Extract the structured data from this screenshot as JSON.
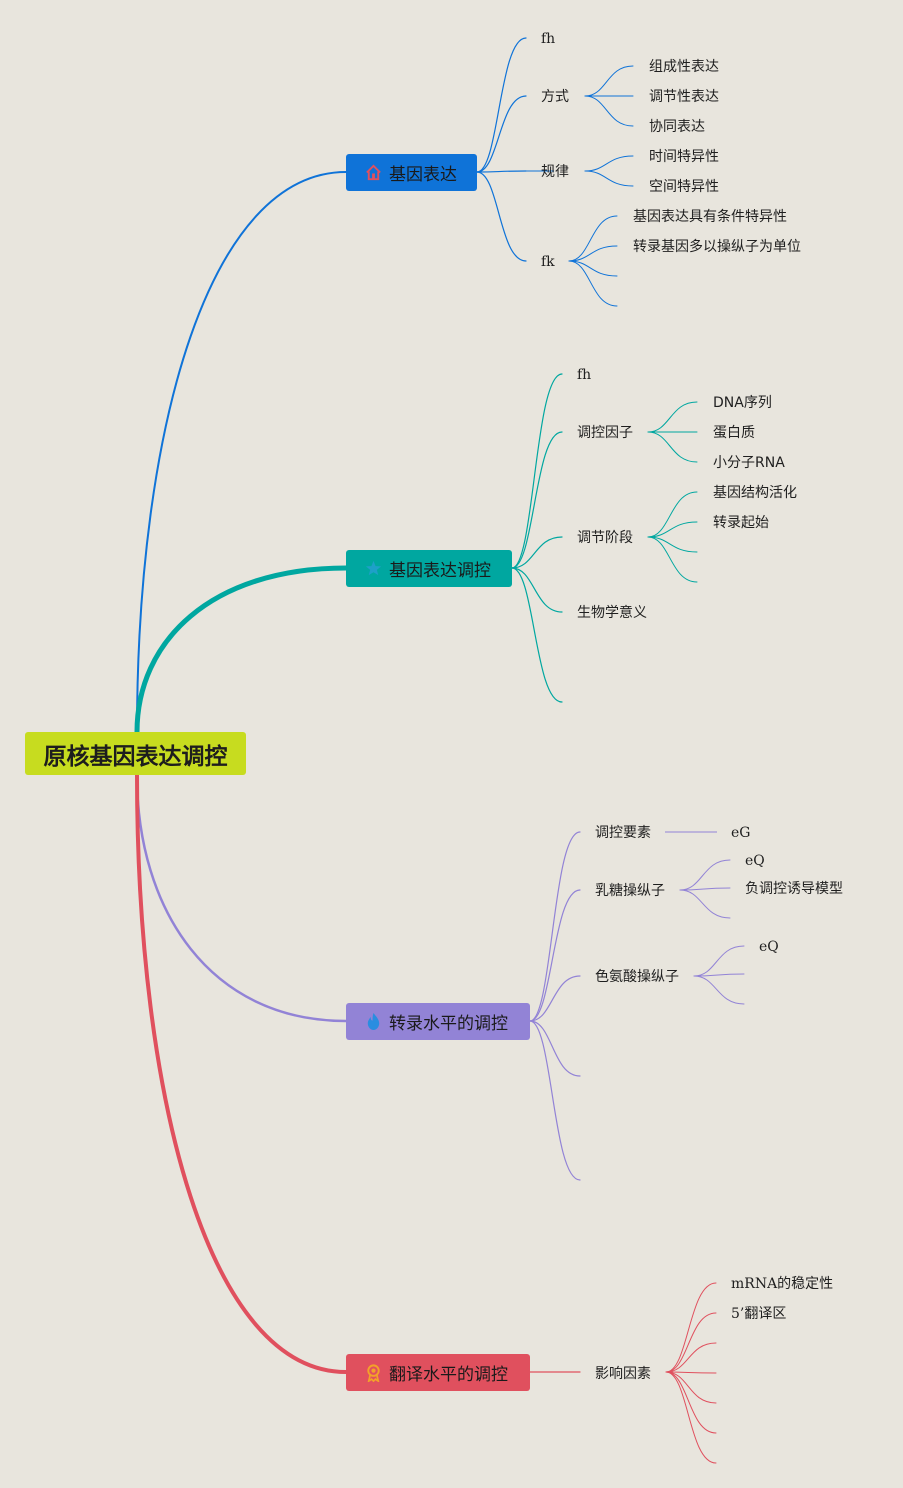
{
  "root": {
    "title": "原核基因表达调控"
  },
  "colors": {
    "root": "#c7dc1f",
    "branch1": "#0f73d8",
    "branch2": "#00a7a0",
    "branch3": "#9283d6",
    "branch4": "#e0505e",
    "background": "#e8e5dd"
  },
  "branches": [
    {
      "title": "基因表达",
      "icon": "home-icon",
      "children": [
        {
          "label": "fh",
          "children": []
        },
        {
          "label": "方式",
          "children": [
            "组成性表达",
            "调节性表达",
            "协同表达"
          ]
        },
        {
          "label": "规律",
          "children": [
            "时间特异性",
            "空间特异性"
          ]
        },
        {
          "label": "fk",
          "children": [
            "基因表达具有条件特异性",
            "转录基因多以操纵子为单位",
            "",
            ""
          ]
        }
      ]
    },
    {
      "title": "基因表达调控",
      "icon": "star-icon",
      "children": [
        {
          "label": "fh",
          "children": []
        },
        {
          "label": "调控因子",
          "children": [
            "DNA序列",
            "蛋白质",
            "小分子RNA"
          ]
        },
        {
          "label": "调节阶段",
          "children": [
            "基因结构活化",
            "转录起始",
            "",
            ""
          ]
        },
        {
          "label": "生物学意义",
          "children": []
        },
        {
          "label": "",
          "children": []
        }
      ]
    },
    {
      "title": "转录水平的调控",
      "icon": "flame-icon",
      "children": [
        {
          "label": "调控要素",
          "children": [
            "eG"
          ]
        },
        {
          "label": "乳糖操纵子",
          "children": [
            "eQ",
            "负调控诱导模型",
            ""
          ]
        },
        {
          "label": "色氨酸操纵子",
          "children": [
            "eQ",
            "",
            ""
          ]
        },
        {
          "label": "",
          "children": []
        },
        {
          "label": "",
          "children": []
        }
      ]
    },
    {
      "title": "翻译水平的调控",
      "icon": "award-icon",
      "children": [
        {
          "label": "影响因素",
          "children": [
            "mRNA的稳定性",
            "5’翻译区",
            "",
            "",
            "",
            "",
            ""
          ]
        }
      ]
    }
  ]
}
